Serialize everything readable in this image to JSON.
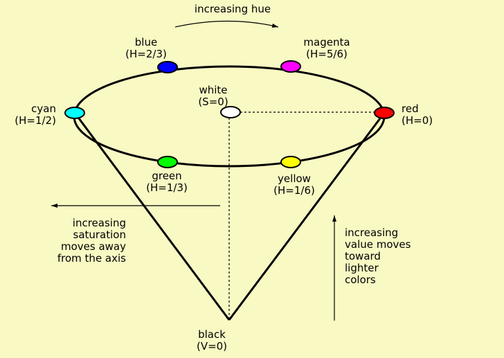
{
  "title": "increasing hue",
  "nodes": {
    "blue": {
      "name": "blue",
      "param": "(H=2/3)",
      "color": "#0000ff"
    },
    "magenta": {
      "name": "magenta",
      "param": "(H=5/6)",
      "color": "#ff00ff"
    },
    "cyan": {
      "name": "cyan",
      "param": "(H=1/2)",
      "color": "#00ffff"
    },
    "white": {
      "name": "white",
      "param": "(S=0)",
      "color": "#ffffff"
    },
    "red": {
      "name": "red",
      "param": "(H=0)",
      "color": "#ff0000"
    },
    "green": {
      "name": "green",
      "param": "(H=1/3)",
      "color": "#00ff00"
    },
    "yellow": {
      "name": "yellow",
      "param": "(H=1/6)",
      "color": "#ffff00"
    },
    "black": {
      "name": "black",
      "param": "(V=0)"
    }
  },
  "saturation_note": [
    "increasing",
    "saturation",
    "moves away",
    "from the axis"
  ],
  "value_note": [
    "increasing",
    "value moves",
    "toward",
    "lighter",
    "colors"
  ],
  "colors": {
    "background": "#f9f9c4",
    "stroke": "#000000"
  }
}
